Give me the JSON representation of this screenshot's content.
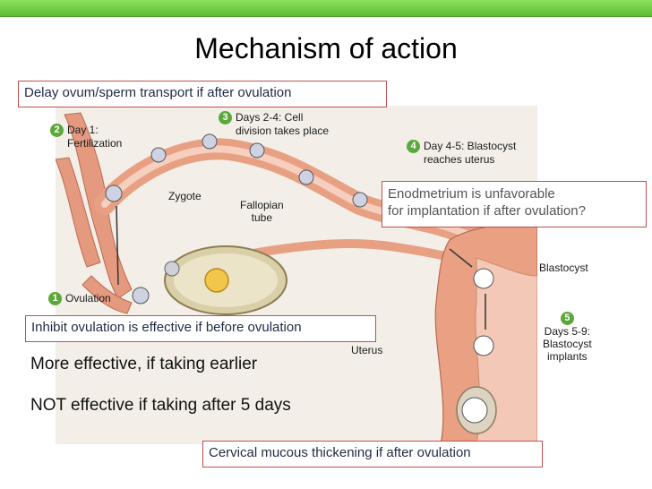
{
  "title": "Mechanism of action",
  "boxes": {
    "transport": "Delay ovum/sperm transport if after ovulation",
    "endometrium_line1": "Enodmetrium is unfavorable",
    "endometrium_line2": "for implantation if after ovulation?",
    "ovulation": "Inhibit ovulation is effective if before ovulation",
    "cervical": "Cervical mucous thickening if after ovulation"
  },
  "statements": {
    "earlier": "More effective, if taking earlier",
    "late": "NOT effective if taking after 5 days"
  },
  "diagram_labels": {
    "step1_num": "1",
    "step1": "Ovulation",
    "step2_num": "2",
    "step2_line1": "Day 1:",
    "step2_line2": "Fertilization",
    "step3_num": "3",
    "step3_line1": "Days 2-4: Cell",
    "step3_line2": "division takes place",
    "step4_num": "4",
    "step4_line1": "Day 4-5: Blastocyst",
    "step4_line2": "reaches uterus",
    "step5_num": "5",
    "step5_line1": "Days 5-9:",
    "step5_line2": "Blastocyst",
    "step5_line3": "implants",
    "zygote": "Zygote",
    "fallopian_line1": "Fallopian",
    "fallopian_line2": "tube",
    "blastocyst": "Blastocyst",
    "uterus": "Uterus"
  },
  "colors": {
    "accent_green": "#5dbb32",
    "box_border": "#c0504d",
    "tissue": "#e9a083"
  }
}
